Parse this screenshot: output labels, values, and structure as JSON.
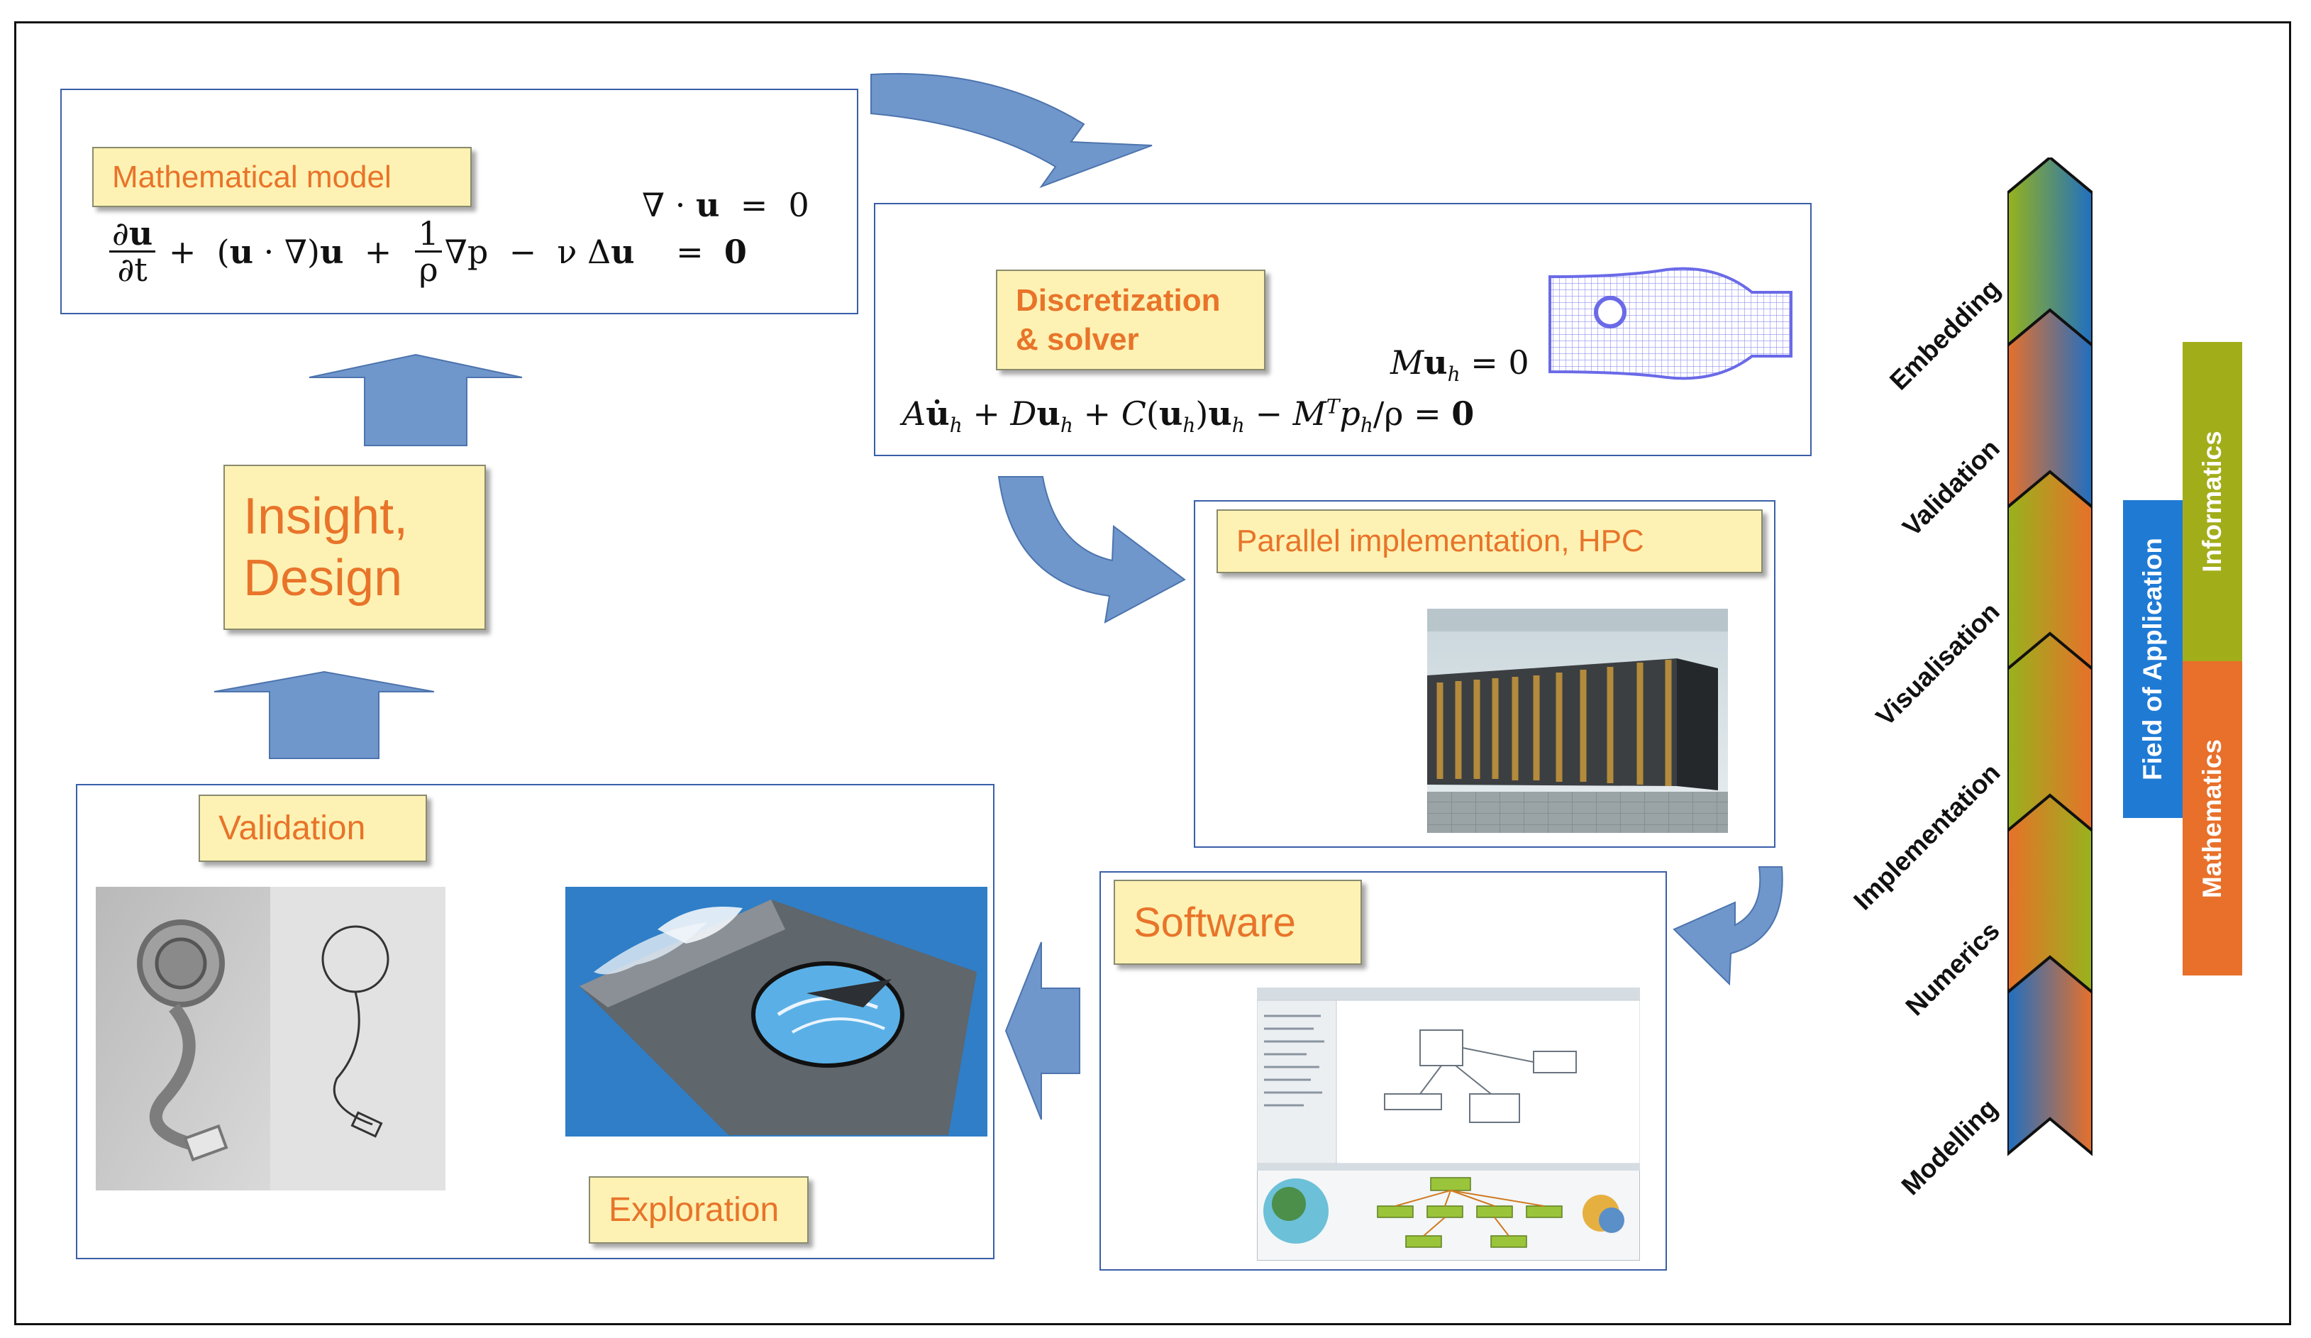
{
  "labels": {
    "math_model": "Mathematical model",
    "discretization_line1": "Discretization",
    "discretization_line2": "& solver",
    "parallel": "Parallel implementation, HPC",
    "software": "Software",
    "exploration": "Exploration",
    "validation": "Validation",
    "insight_line1": "Insight,",
    "insight_line2": "Design"
  },
  "stages": [
    "Modelling",
    "Numerics",
    "Implementation",
    "Visualisation",
    "Validation",
    "Embedding"
  ],
  "columns": [
    {
      "label": "Mathematics",
      "color": "#e8702a"
    },
    {
      "label": "Informatics",
      "color": "#a2ad1a"
    },
    {
      "label": "Field of Application",
      "color": "#1f7ad4"
    }
  ],
  "colors": {
    "arrow": "#6f97cc",
    "arrow_stroke": "#4d74ad",
    "panel_border": "#3a5fa8",
    "label_bg": "#fdf2b3",
    "label_text": "#e8742a"
  }
}
